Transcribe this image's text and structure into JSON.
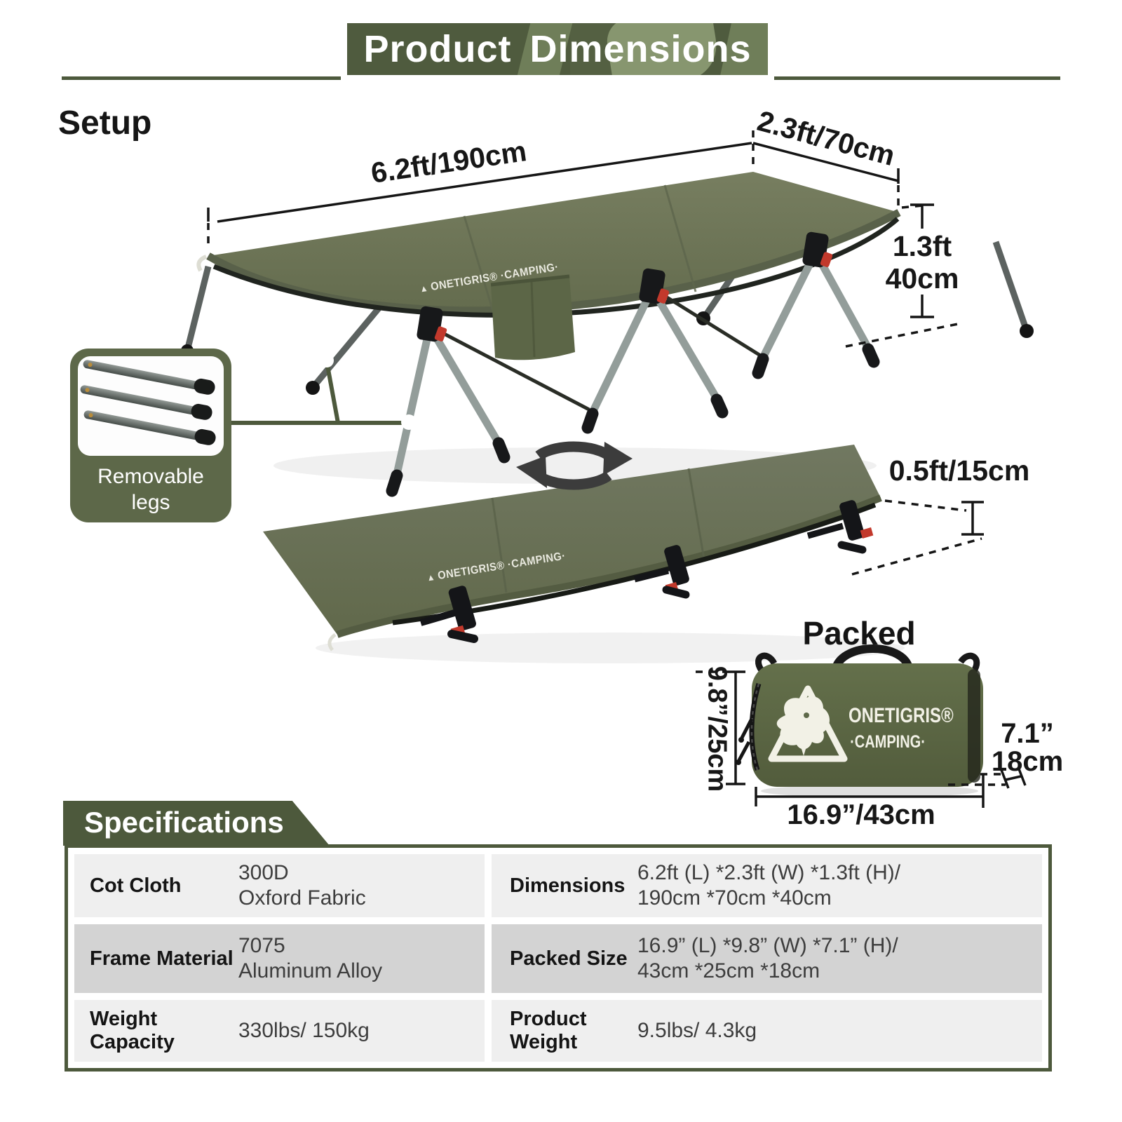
{
  "colors": {
    "brand_green": "#4d593c",
    "fabric_olive": "#6d7458",
    "bag_olive": "#5e6949",
    "accent_red": "#c2392c",
    "row_gray_light": "#efefef",
    "row_gray_dark": "#d3d3d3"
  },
  "header": {
    "title": "Product Dimensions"
  },
  "setup": {
    "heading": "Setup",
    "cot_length": "6.2ft/190cm",
    "cot_width": "2.3ft/70cm",
    "cot_height_ft": "1.3ft",
    "cot_height_cm": "40cm",
    "low_mode_height": "0.5ft/15cm",
    "callout_label": "Removable legs",
    "fabric_logo": "ONETIGRIS® ·CAMPING·"
  },
  "packed": {
    "heading": "Packed",
    "bag_brand": "ONETIGRIS®",
    "bag_brand_sub": "·CAMPING·",
    "bag_height": "9.8”/25cm",
    "bag_length": "16.9”/43cm",
    "bag_depth_in": "7.1”",
    "bag_depth_cm": "18cm"
  },
  "specs": {
    "heading": "Specifications",
    "rows": [
      {
        "label": "Cot Cloth",
        "value_line1": "300D",
        "value_line2": "Oxford Fabric"
      },
      {
        "label": "Dimensions",
        "value_line1": "6.2ft (L) *2.3ft (W) *1.3ft (H)/",
        "value_line2": "190cm *70cm *40cm"
      },
      {
        "label": "Frame Material",
        "value_line1": "7075",
        "value_line2": "Aluminum Alloy"
      },
      {
        "label": "Packed Size",
        "value_line1": "16.9” (L) *9.8” (W) *7.1” (H)/",
        "value_line2": "43cm *25cm *18cm"
      },
      {
        "label": "Weight Capacity",
        "value_line1": "330lbs/ 150kg",
        "value_line2": ""
      },
      {
        "label": "Product Weight",
        "value_line1": "9.5lbs/ 4.3kg",
        "value_line2": ""
      }
    ]
  }
}
